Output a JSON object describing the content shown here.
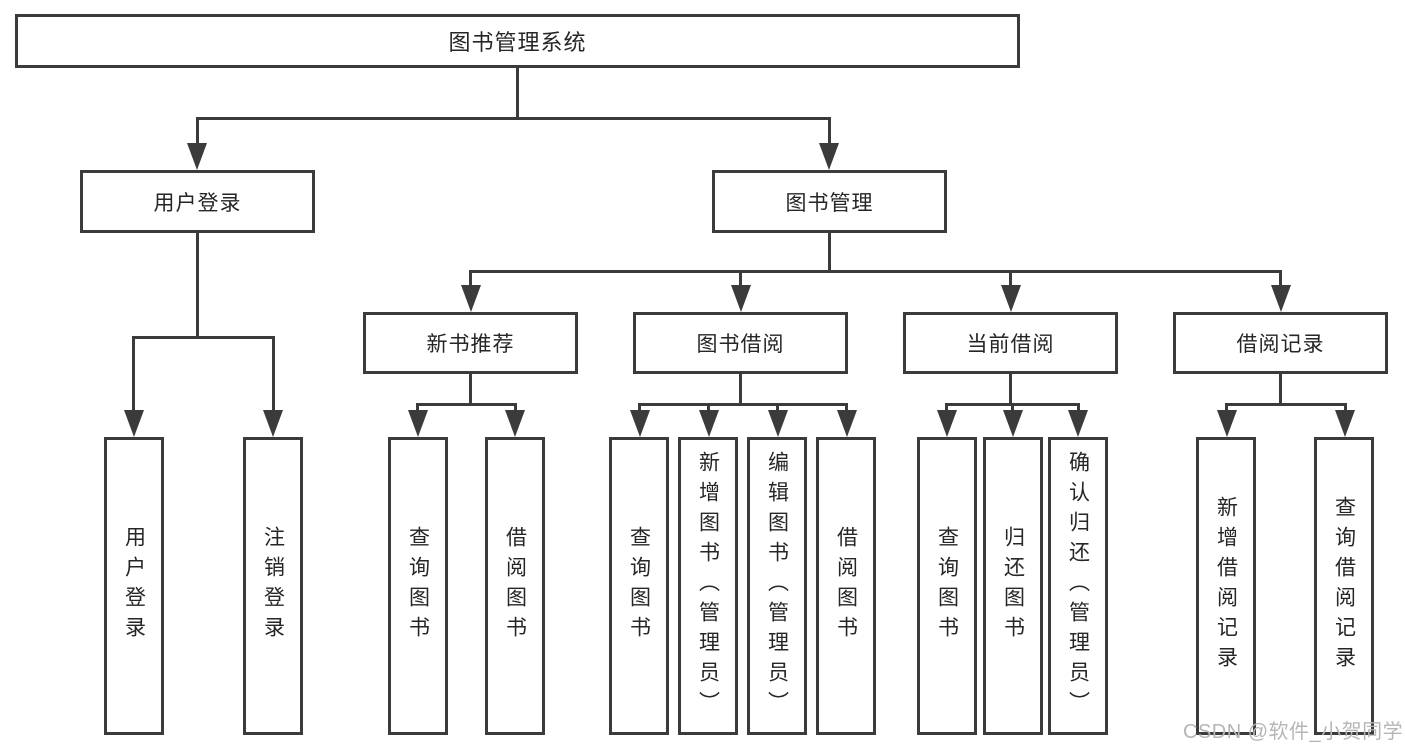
{
  "nodes": {
    "root": "图书管理系统",
    "level2": [
      "用户登录",
      "图书管理"
    ],
    "level3": [
      "新书推荐",
      "图书借阅",
      "当前借阅",
      "借阅记录"
    ],
    "leaves": [
      "用户登录",
      "注销登录",
      "查询图书",
      "借阅图书",
      "查询图书",
      "新增图书（管理员）",
      "编辑图书（管理员）",
      "借阅图书",
      "查询图书",
      "归还图书",
      "确认归还（管理员）",
      "新增借阅记录",
      "查询借阅记录"
    ]
  },
  "hierarchy": {
    "图书管理系统": {
      "用户登录": [
        "用户登录",
        "注销登录"
      ],
      "图书管理": {
        "新书推荐": [
          "查询图书",
          "借阅图书"
        ],
        "图书借阅": [
          "查询图书",
          "新增图书（管理员）",
          "编辑图书（管理员）",
          "借阅图书"
        ],
        "当前借阅": [
          "查询图书",
          "归还图书",
          "确认归还（管理员）"
        ],
        "借阅记录": [
          "新增借阅记录",
          "查询借阅记录"
        ]
      }
    }
  },
  "watermark": {
    "text": "CSDN @软件_小贺同学"
  },
  "colors": {
    "line": "#3b3b3b",
    "text": "#262626",
    "watermark": "#b6b6b6",
    "background": "#ffffff"
  }
}
